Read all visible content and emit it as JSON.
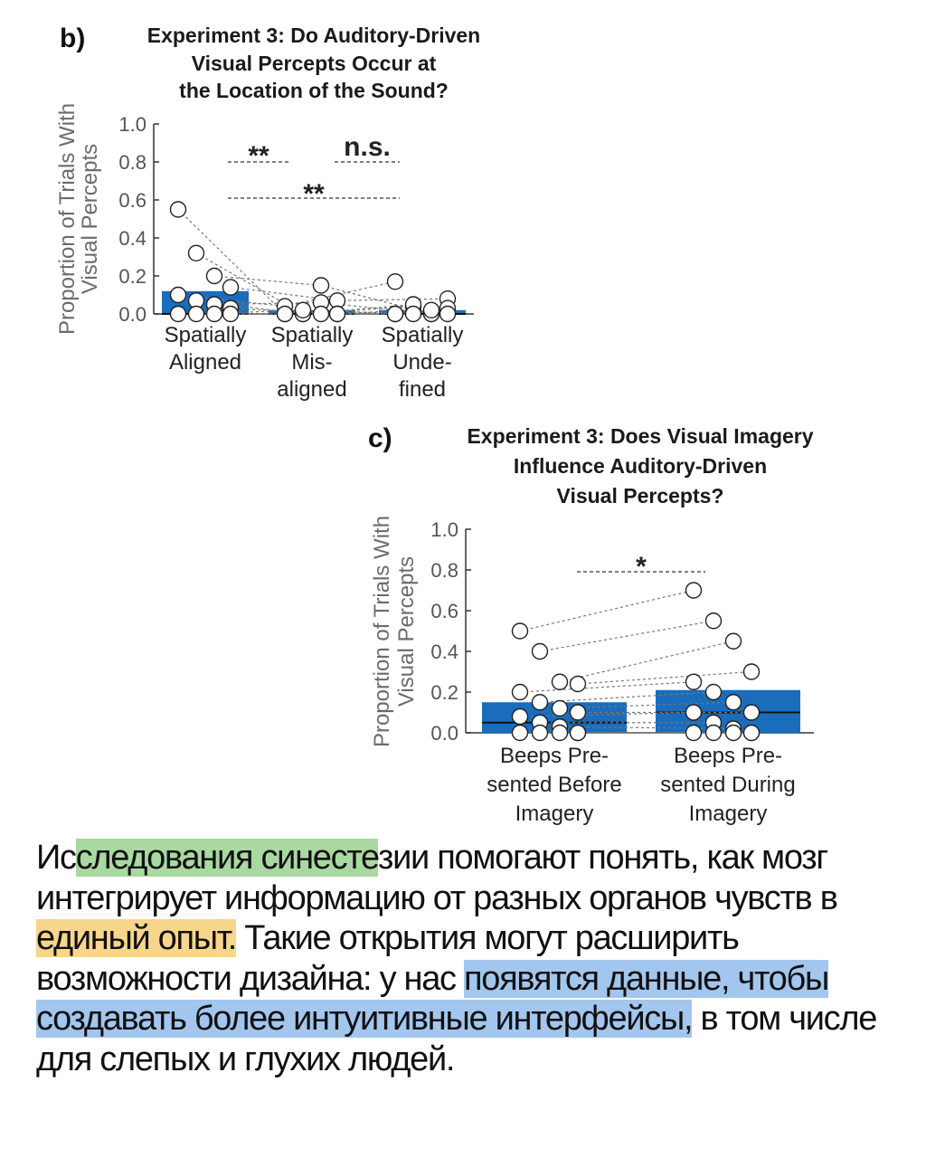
{
  "colors": {
    "bar": "#1a6dbd",
    "highlight_green": "#a9d8a1",
    "highlight_yellow": "#f7d58b",
    "highlight_blue": "#a3c6ee"
  },
  "chart_data": [
    {
      "panel": "b)",
      "type": "bar",
      "title_lines": [
        "Experiment 3: Do Auditory-Driven",
        "Visual Percepts Occur at",
        "the Location of the Sound?"
      ],
      "ylabel_lines": [
        "Proportion of Trials With",
        "Visual Percepts"
      ],
      "yticks": [
        "0.0",
        "0.2",
        "0.4",
        "0.6",
        "0.8",
        "1.0"
      ],
      "ylim": [
        0,
        1
      ],
      "categories": [
        [
          "Spatially",
          "Aligned"
        ],
        [
          "Spatially",
          "Mis-",
          "aligned"
        ],
        [
          "Spatially",
          "Unde-",
          "fined"
        ]
      ],
      "bar_values": [
        0.12,
        0.02,
        0.02
      ],
      "medians": [
        0.0,
        0.0,
        0.0
      ],
      "participants": [
        [
          0.55,
          0.0,
          0.0
        ],
        [
          0.32,
          0.0,
          0.04
        ],
        [
          0.2,
          0.15,
          0.0
        ],
        [
          0.14,
          0.07,
          0.08
        ],
        [
          0.1,
          0.04,
          0.17
        ],
        [
          0.07,
          0.0,
          0.05
        ],
        [
          0.05,
          0.06,
          0.0
        ],
        [
          0.03,
          0.0,
          0.03
        ],
        [
          0.0,
          0.0,
          0.0
        ],
        [
          0.0,
          0.02,
          0.0
        ],
        [
          0.0,
          0.0,
          0.02
        ],
        [
          0.0,
          0.0,
          0.0
        ]
      ],
      "significance": [
        {
          "label": "**",
          "from": 0,
          "to": 1,
          "level": 0.8
        },
        {
          "label": "n.s.",
          "from": 1,
          "to": 2,
          "level": 0.8
        },
        {
          "label": "**",
          "from": 0,
          "to": 2,
          "level": 0.61
        }
      ]
    },
    {
      "panel": "c)",
      "type": "bar",
      "title_lines": [
        "Experiment 3: Does Visual Imagery",
        "Influence Auditory-Driven",
        "Visual Percepts?"
      ],
      "ylabel_lines": [
        "Proportion of Trials With",
        "Visual Percepts"
      ],
      "yticks": [
        "0.0",
        "0.2",
        "0.4",
        "0.6",
        "0.8",
        "1.0"
      ],
      "ylim": [
        0,
        1
      ],
      "categories": [
        [
          "Beeps Pre-",
          "sented Before",
          "Imagery"
        ],
        [
          "Beeps Pre-",
          "sented During",
          "Imagery"
        ]
      ],
      "bar_values": [
        0.15,
        0.21
      ],
      "medians": [
        0.05,
        0.1
      ],
      "participants": [
        [
          0.5,
          0.7
        ],
        [
          0.4,
          0.55
        ],
        [
          0.25,
          0.45
        ],
        [
          0.24,
          0.3
        ],
        [
          0.2,
          0.25
        ],
        [
          0.15,
          0.2
        ],
        [
          0.12,
          0.15
        ],
        [
          0.1,
          0.1
        ],
        [
          0.08,
          0.1
        ],
        [
          0.05,
          0.05
        ],
        [
          0.03,
          0.02
        ],
        [
          0.0,
          0.0
        ],
        [
          0.0,
          0.0
        ],
        [
          0.0,
          0.0
        ],
        [
          0.0,
          0.0
        ],
        [
          0.0,
          0.0
        ]
      ],
      "significance": [
        {
          "label": "*",
          "from": 0,
          "to": 1,
          "level": 0.8
        }
      ]
    }
  ],
  "caption": {
    "segments": [
      {
        "text": "Ис",
        "hl": ""
      },
      {
        "text": "следования синесте",
        "hl": "green"
      },
      {
        "text": "зии помогают понять, как мозг интегрирует информацию от разных органов чувств в ",
        "hl": ""
      },
      {
        "text": "единый опыт.",
        "hl": "yellow"
      },
      {
        "text": " Такие открытия могут расширить возможности дизайна: у нас ",
        "hl": ""
      },
      {
        "text": "появятся данные, чтобы создавать более интуитивные интерфейсы,",
        "hl": "blue"
      },
      {
        "text": " в том числе для слепых и глухих людей.",
        "hl": ""
      }
    ]
  }
}
